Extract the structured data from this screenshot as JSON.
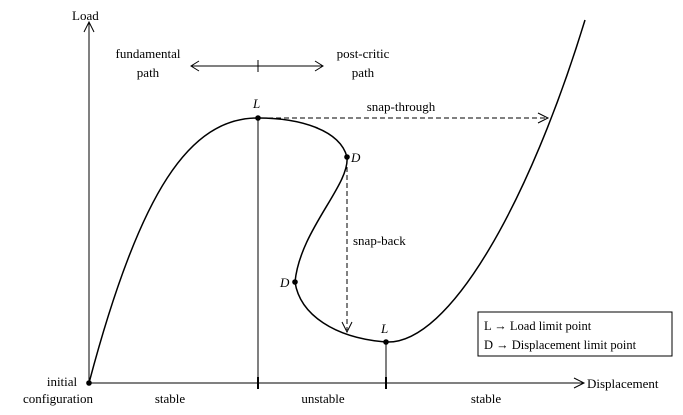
{
  "axes": {
    "y_label": "Load",
    "x_label": "Displacement",
    "origin_label_line1": "initial",
    "origin_label_line2": "configuration"
  },
  "paths": {
    "fundamental_line1": "fundamental",
    "fundamental_line2": "path",
    "post_critic_line1": "post-critic",
    "post_critic_line2": "path"
  },
  "points": {
    "load_limit_top": "L",
    "displacement_limit_upper": "D",
    "displacement_limit_lower": "D",
    "load_limit_bottom": "L"
  },
  "annotations": {
    "snap_through": "snap-through",
    "snap_back": "snap-back"
  },
  "regions": {
    "stable_left": "stable",
    "unstable": "unstable",
    "stable_right": "stable"
  },
  "legend": {
    "item1": "L → Load limit point",
    "item2": "D → Displacement limit point"
  }
}
